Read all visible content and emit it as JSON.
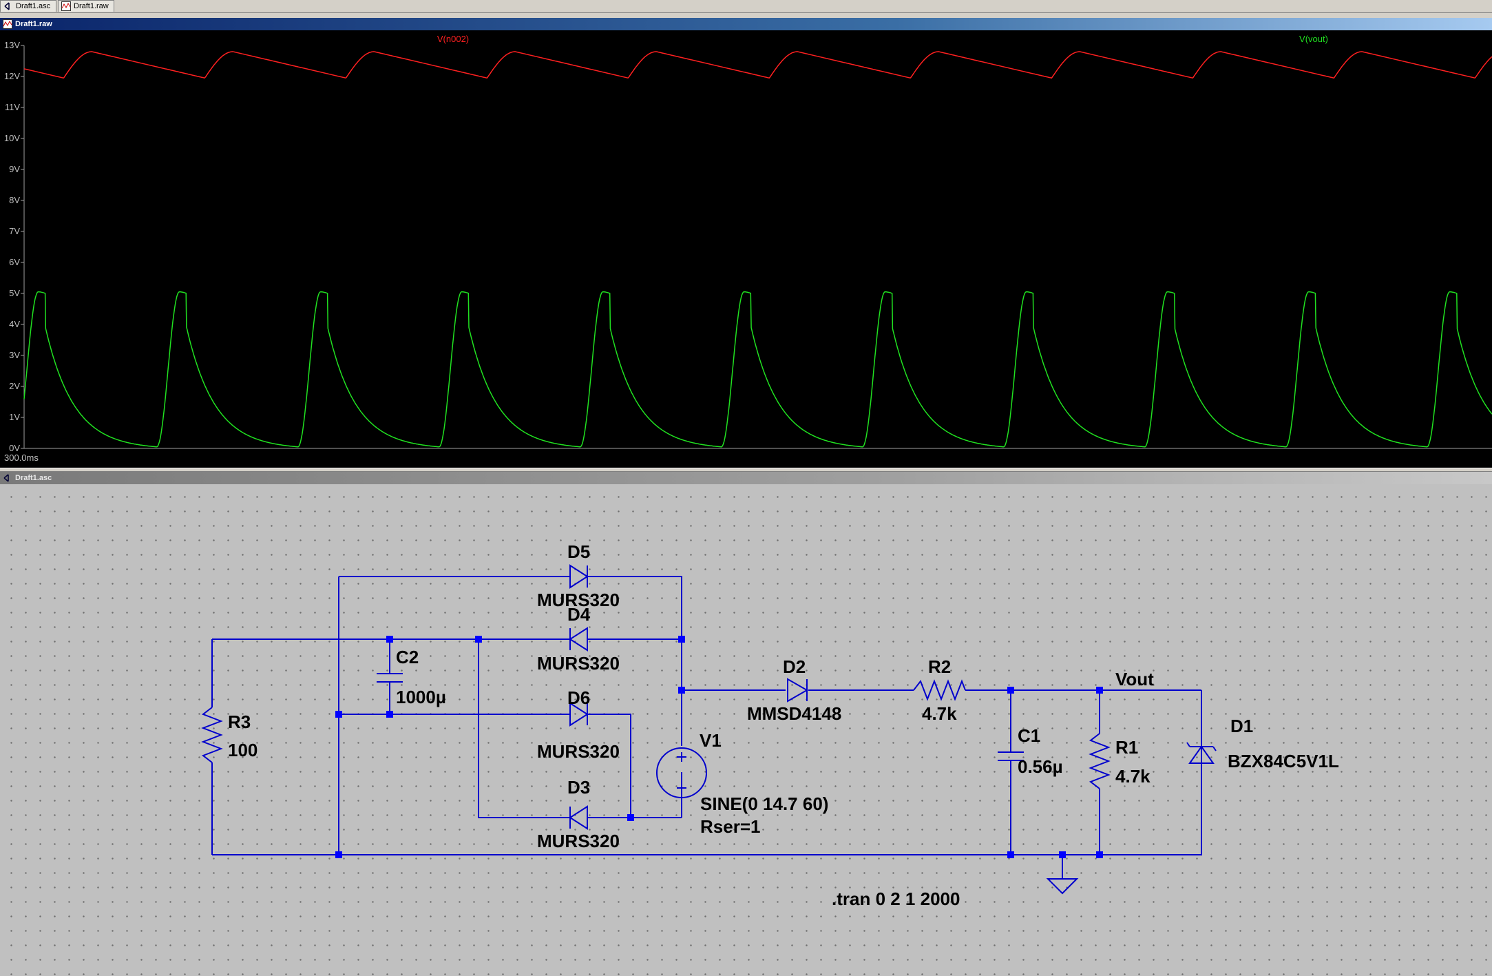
{
  "tabs": [
    {
      "label": "Draft1.asc",
      "icon": "schematic-icon"
    },
    {
      "label": "Draft1.raw",
      "icon": "waveform-icon"
    }
  ],
  "waveform_window": {
    "title": "Draft1.raw",
    "time_label": "300.0ms",
    "traces": [
      {
        "name": "V(n002)",
        "color": "#ff2020"
      },
      {
        "name": "V(vout)",
        "color": "#20e020"
      }
    ],
    "y_ticks": [
      "13V",
      "12V",
      "11V",
      "10V",
      "9V",
      "8V",
      "7V",
      "6V",
      "5V",
      "4V",
      "3V",
      "2V",
      "1V",
      "0V"
    ],
    "chart_data": {
      "type": "line",
      "ylim": [
        0,
        13
      ],
      "periods_visible": 10.4,
      "series": [
        {
          "name": "V(n002)",
          "min": 11.95,
          "max": 12.8,
          "shape": "sawtooth"
        },
        {
          "name": "V(vout)",
          "min": 0.05,
          "max": 5.05,
          "shape": "pulse"
        }
      ]
    }
  },
  "schematic_window": {
    "title": "Draft1.asc",
    "components": {
      "D5": {
        "ref": "D5",
        "value": "MURS320"
      },
      "D4": {
        "ref": "D4",
        "value": "MURS320"
      },
      "D6": {
        "ref": "D6",
        "value": "MURS320"
      },
      "D3": {
        "ref": "D3",
        "value": "MURS320"
      },
      "C2": {
        "ref": "C2",
        "value": "1000µ"
      },
      "R3": {
        "ref": "R3",
        "value": "100"
      },
      "V1": {
        "ref": "V1",
        "value": "SINE(0 14.7 60)",
        "value2": "Rser=1"
      },
      "D2": {
        "ref": "D2",
        "value": "MMSD4148"
      },
      "R2": {
        "ref": "R2",
        "value": "4.7k"
      },
      "C1": {
        "ref": "C1",
        "value": "0.56µ"
      },
      "R1": {
        "ref": "R1",
        "value": "4.7k"
      },
      "D1": {
        "ref": "D1",
        "value": "BZX84C5V1L"
      }
    },
    "net_label": "Vout",
    "directive": ".tran 0 2 1 2000",
    "colors": {
      "wire": "#0000cc",
      "junction": "#0000ff",
      "background": "#c0c0c0"
    }
  }
}
